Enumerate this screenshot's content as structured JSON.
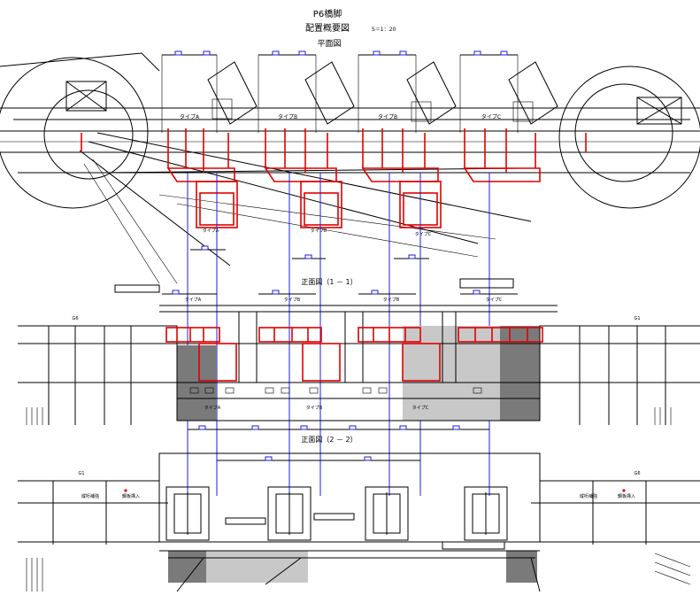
{
  "drawing": {
    "title": "P6橋脚",
    "subtitle": "配置概要図",
    "scale": "S＝1：20",
    "plan_label": "平面図",
    "front1_label": "正面図（1 － 1）",
    "front2_label": "正面図（2 － 2）",
    "colors": {
      "line": "#000000",
      "dim": "#1f1fd8",
      "member": "#e00000",
      "shade_dark": "#7a7a7a",
      "shade_light": "#c8c8c8"
    }
  },
  "plan": {
    "type_labels": [
      "タイプA",
      "タイプB",
      "タイプB",
      "タイプC"
    ],
    "bottom_type_labels": [
      "タイプA",
      "タイプB",
      "タイプC"
    ]
  },
  "front1": {
    "type_labels_top": [
      "タイプA",
      "タイプB",
      "タイプB",
      "タイプC"
    ],
    "type_labels_bottom": [
      "タイプA",
      "タイプB",
      "タイプC"
    ],
    "left_girder": "G6",
    "right_girder": "G1"
  },
  "front2": {
    "left_girder": "G1",
    "right_girder": "G6",
    "left_note": [
      "縦桁補強",
      "鋼板挿入"
    ],
    "right_note": [
      "縦桁補強",
      "鋼板挿入"
    ]
  }
}
